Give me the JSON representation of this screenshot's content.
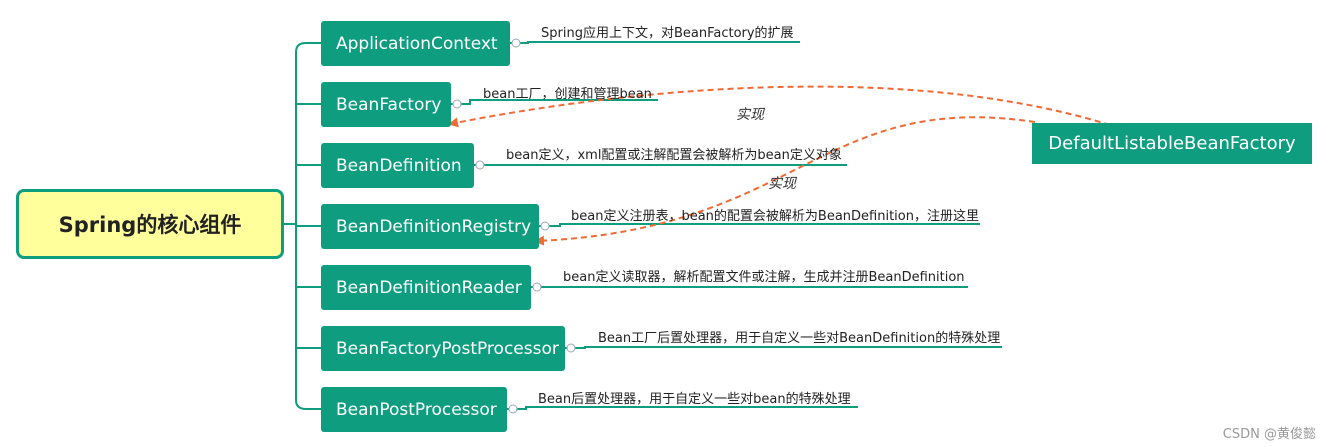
{
  "root": {
    "label": "Spring的核心组件"
  },
  "components": [
    {
      "label": "ApplicationContext",
      "desc": "Spring应用上下文，对BeanFactory的扩展"
    },
    {
      "label": "BeanFactory",
      "desc": "bean工厂，创建和管理bean"
    },
    {
      "label": "BeanDefinition",
      "desc": "bean定义，xml配置或注解配置会被解析为bean定义对象"
    },
    {
      "label": "BeanDefinitionRegistry",
      "desc": "bean定义注册表，bean的配置会被解析为BeanDefinition，注册这里"
    },
    {
      "label": "BeanDefinitionReader",
      "desc": "bean定义读取器，解析配置文件或注解，生成并注册BeanDefinition"
    },
    {
      "label": "BeanFactoryPostProcessor",
      "desc": "Bean工厂后置处理器，用于自定义一些对BeanDefinition的特殊处理"
    },
    {
      "label": "BeanPostProcessor",
      "desc": "Bean后置处理器，用于自定义一些对bean的特殊处理"
    }
  ],
  "external_node": {
    "label": "DefaultListableBeanFactory"
  },
  "relations": [
    {
      "label": "实现",
      "from": "DefaultListableBeanFactory",
      "to": "BeanFactory"
    },
    {
      "label": "实现",
      "from": "DefaultListableBeanFactory",
      "to": "BeanDefinitionRegistry"
    }
  ],
  "watermark": "CSDN @黄俊懿",
  "colors": {
    "node": "#0f9d7f",
    "root_fill": "#ffff9c",
    "arrow": "#f06a35"
  }
}
